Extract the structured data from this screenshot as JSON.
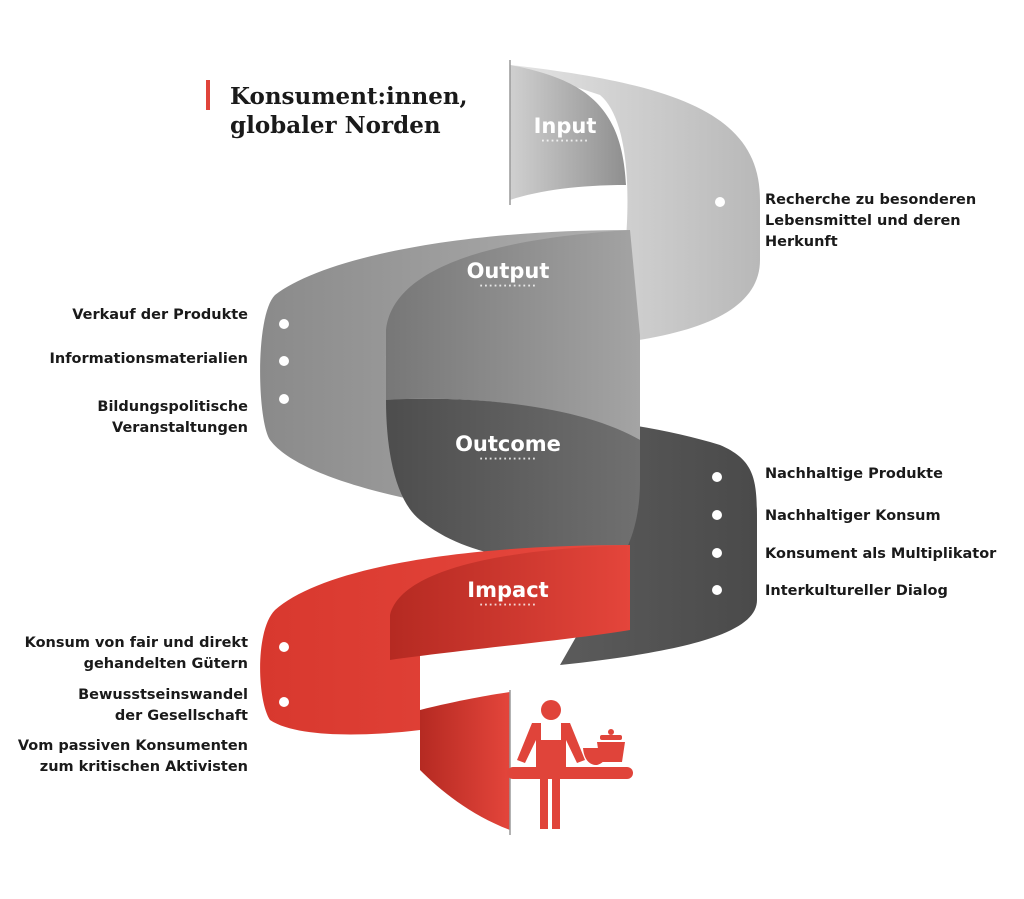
{
  "title": {
    "line1": "Konsument:innen,",
    "line2": "globaler Norden"
  },
  "colors": {
    "accent": "#e0443a",
    "input": "#c8c8c8",
    "output": "#9a9a9a",
    "outcome": "#5e5e5e",
    "impact": "#e0443a"
  },
  "stages": [
    {
      "label": "Input",
      "dots": "··········",
      "items": [
        "Recherche zu besonderen Lebensmittel und deren Herkunft"
      ]
    },
    {
      "label": "Output",
      "dots": "············",
      "items": [
        "Verkauf der Produkte",
        "Informationsmaterialien",
        "Bildungspolitische Veranstaltungen"
      ]
    },
    {
      "label": "Outcome",
      "dots": "············",
      "items": [
        "Nachhaltige Produkte",
        "Nachhaltiger Konsum",
        "Konsument als Multiplikator",
        "Interkultureller Dialog"
      ]
    },
    {
      "label": "Impact",
      "dots": "············",
      "items": [
        "Konsum von fair und direkt gehandelten Gütern",
        "Bewusstseinswandel der Gesellschaft",
        "Vom passiven Konsumenten zum kritischen Aktivisten"
      ]
    }
  ],
  "icon": "person-cooking-icon"
}
